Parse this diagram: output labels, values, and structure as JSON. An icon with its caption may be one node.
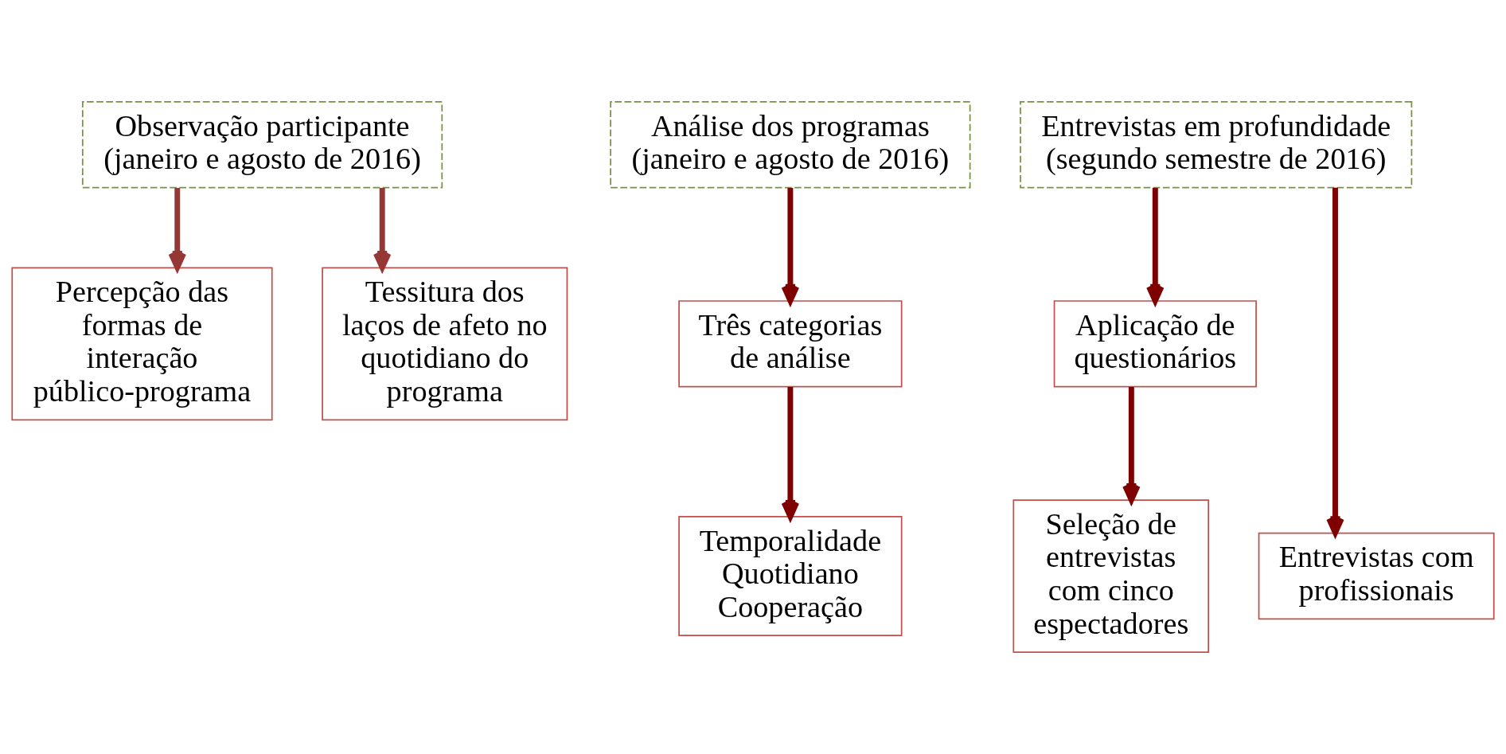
{
  "diagram": {
    "nodes": [
      {
        "text": [
          "Observação participante (janeiro e agosto de 2016)"
        ]
      },
      {
        "text": [
          "Análise dos programas (janeiro e agosto de 2016)"
        ]
      },
      {
        "text": [
          "Entrevistas em profundidade (segundo semestre de 2016)"
        ]
      },
      {
        "text": [
          "Percepção das formas de interação público-programa"
        ]
      },
      {
        "text": [
          "Tessitura dos laços de afeto no quotidiano do programa"
        ]
      },
      {
        "text": [
          "Três categorias de análise"
        ]
      },
      {
        "text": [
          "Temporalidade",
          "Quotidiano",
          "Cooperação"
        ]
      },
      {
        "text": [
          "Aplicação de questionários"
        ]
      },
      {
        "text": [
          "Seleção de entrevistas com cinco espectadores"
        ]
      },
      {
        "text": [
          "Entrevistas com profissionais"
        ]
      }
    ],
    "edges": [
      {
        "from": 0,
        "to": 3,
        "arrow": "to",
        "color": "#953735"
      },
      {
        "from": 0,
        "to": 4,
        "arrow": "to",
        "color": "#953735"
      },
      {
        "from": 1,
        "to": 5,
        "arrow": "to"
      },
      {
        "from": 5,
        "to": 6,
        "arrow": "to"
      },
      {
        "from": 2,
        "to": 7,
        "arrow": "to"
      },
      {
        "from": 7,
        "to": 8,
        "arrow": "to"
      },
      {
        "from": 2,
        "to": 9,
        "arrow": "to"
      }
    ]
  }
}
